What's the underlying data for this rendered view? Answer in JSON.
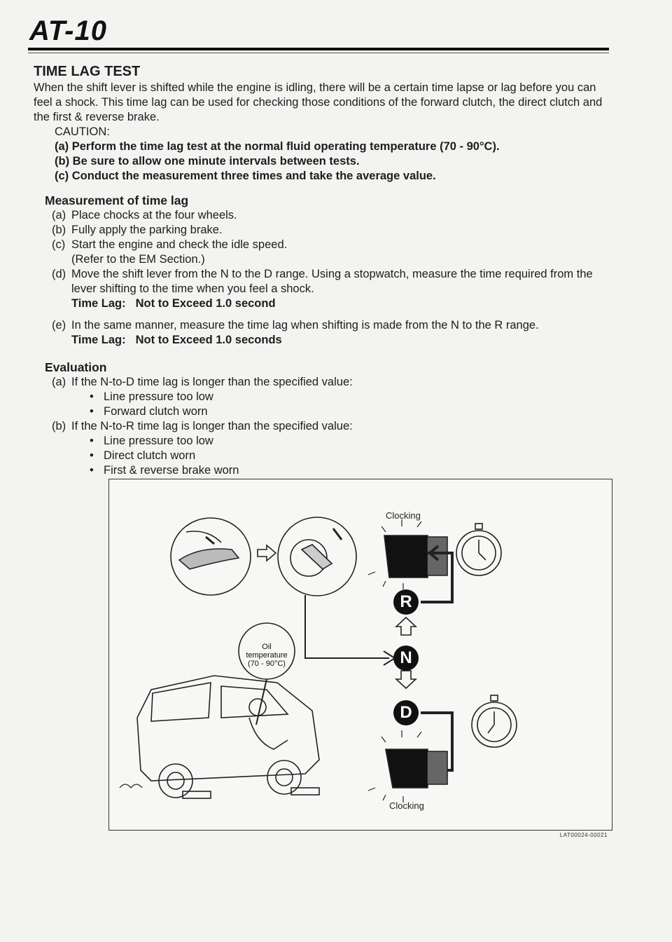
{
  "header": {
    "page_code": "AT-10"
  },
  "section": {
    "title": "TIME LAG TEST",
    "intro": "When the shift lever is shifted while the engine is idling, there will be a certain time lapse or lag before you can feel a shock. This time lag can be used for checking those conditions of the forward clutch, the direct clutch and the first & reverse brake.",
    "caution_label": "CAUTION:",
    "cautions": [
      "(a) Perform the time lag test at the normal fluid operating temperature (70 - 90°C).",
      "(b) Be sure to allow one minute intervals between tests.",
      "(c) Conduct the measurement three times and take the average value."
    ]
  },
  "measurement": {
    "heading": "Measurement of time lag",
    "steps": [
      {
        "label": "(a)",
        "text": "Place chocks at the four wheels."
      },
      {
        "label": "(b)",
        "text": "Fully apply the parking brake."
      },
      {
        "label": "(c)",
        "text": "Start the engine and check the idle speed."
      },
      {
        "label": "(d)",
        "text": "Move the shift lever from the N to the D range. Using a stopwatch, measure the time required from the lever shifting to the time when you feel a shock."
      },
      {
        "label": "(e)",
        "text": "In the same manner, measure the time lag when shifting is made from the N to the R range."
      }
    ],
    "step_c_note": "(Refer to the EM Section.)",
    "spec_d_label": "Time Lag:",
    "spec_d_value": "Not to Exceed 1.0 second",
    "spec_e_label": "Time Lag:",
    "spec_e_value": "Not to Exceed 1.0 seconds"
  },
  "evaluation": {
    "heading": "Evaluation",
    "items": [
      {
        "label": "(a)",
        "text": "If the N-to-D time lag is longer than the specified value:",
        "bullets": [
          "Line pressure too low",
          "Forward clutch worn"
        ]
      },
      {
        "label": "(b)",
        "text": "If the N-to-R time lag is longer than the specified value:",
        "bullets": [
          "Line pressure too low",
          "Direct clutch worn",
          "First & reverse brake worn"
        ]
      }
    ]
  },
  "figure": {
    "clocking_top": "Clocking",
    "clocking_bottom": "Clocking",
    "oil_temp_line1": "Oil temperature",
    "oil_temp_line2": "(70 - 90°C)",
    "shift_r": "R",
    "shift_n": "N",
    "shift_d": "D",
    "code": "LAT00024-00021"
  }
}
